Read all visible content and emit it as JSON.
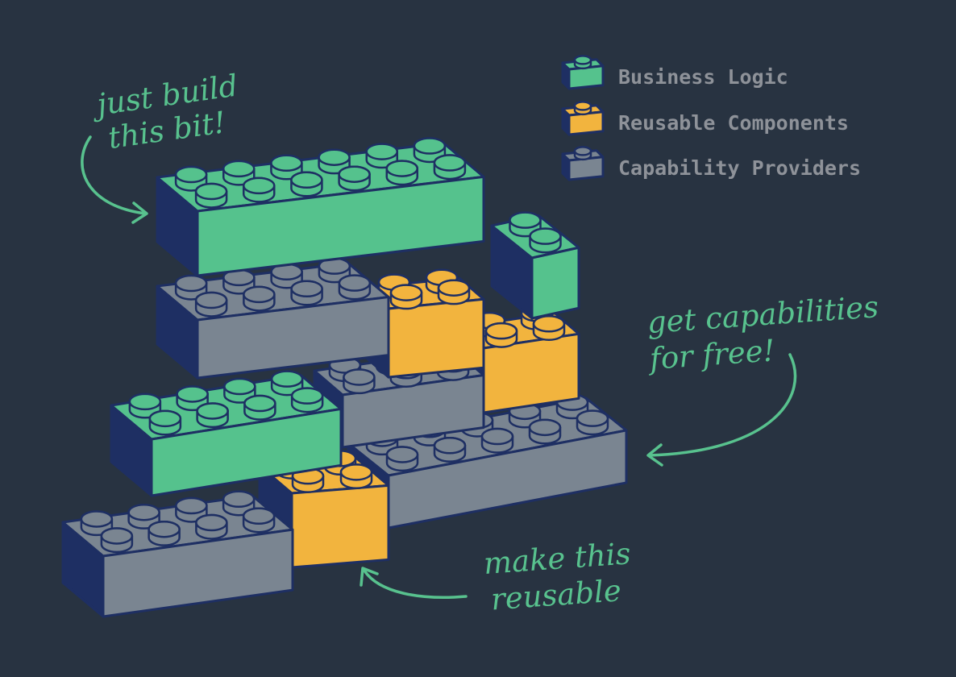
{
  "colors": {
    "background": "#283341",
    "outline": "#1e2f63",
    "annotation": "#58c28e",
    "legend_text": "#8e9299",
    "business_logic": {
      "front": "#55c28d",
      "top": "#55c28d",
      "side": "#1e2f63"
    },
    "reusable_components": {
      "front": "#f2b43e",
      "top": "#f2b43e",
      "side": "#1e2f63"
    },
    "capability_providers": {
      "front": "#7a8591",
      "top": "#7a8591",
      "side": "#1e2f63"
    }
  },
  "legend": [
    {
      "key": "business_logic",
      "label": "Business Logic",
      "icon": "green-brick-icon"
    },
    {
      "key": "reusable_components",
      "label": "Reusable Components",
      "icon": "yellow-brick-icon"
    },
    {
      "key": "capability_providers",
      "label": "Capability Providers",
      "icon": "gray-brick-icon"
    }
  ],
  "annotations": {
    "build": [
      "just build",
      "this bit!"
    ],
    "capabilities": [
      "get capabilities",
      "for free!"
    ],
    "reusable": [
      "make this",
      "reusable"
    ]
  }
}
